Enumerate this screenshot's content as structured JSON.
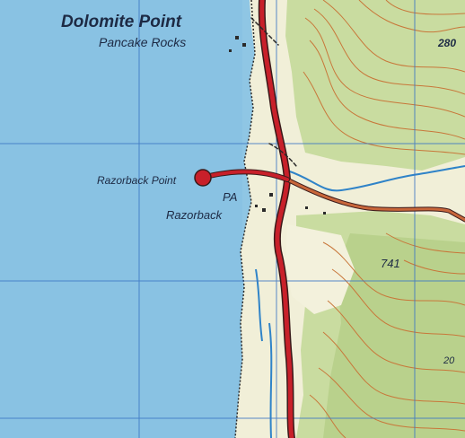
{
  "map": {
    "labels": {
      "dolomite_point": "Dolomite Point",
      "pancake_rocks": "Pancake Rocks",
      "razorback_point": "Razorback Point",
      "pa": "PA",
      "razorback": "Razorback",
      "elev_top_right": "280",
      "elev_mid": "741",
      "elev_lower": "20"
    },
    "colors": {
      "sea": "#8fc6e4",
      "sea_deep": "#6fb0da",
      "land": "#f1efd8",
      "forest": "#c9dca0",
      "forest_dark": "#b3cd86",
      "contour": "#c8773a",
      "road": "#c8202a",
      "road_edge": "#3a1a1a",
      "river": "#2f83c8",
      "grid": "#3b76c4",
      "text": "#1d2a44"
    }
  }
}
